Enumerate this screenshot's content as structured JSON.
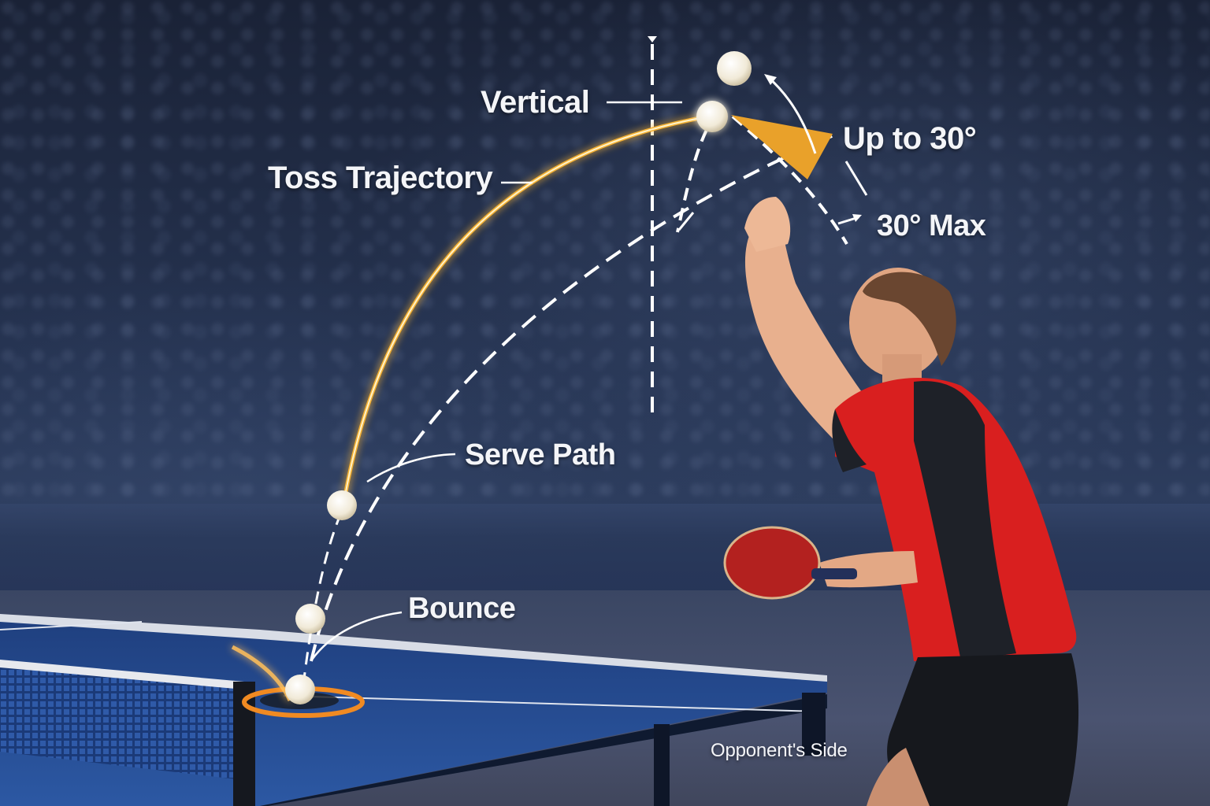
{
  "diagram": {
    "title": "Table tennis serve toss diagram",
    "labels": {
      "vertical": "Vertical",
      "toss_trajectory": "Toss Trajectory",
      "up_to_30": "Up to 30°",
      "max_30": "30° Max",
      "serve_path": "Serve Path",
      "bounce": "Bounce",
      "opponents_side": "Opponent's Side"
    },
    "max_toss_angle_deg": 30,
    "elements": {
      "balls": 5,
      "vertical_reference_line": "dashed white",
      "toss_trajectory_line": "glowing orange arc",
      "serve_path_line": "dashed white arc",
      "angle_wedge": "orange triangle"
    },
    "colors": {
      "background": "#1c2740",
      "label_text": "#f4f5f8",
      "toss_glow": "#f5b133",
      "angle_wedge": "#e9a12a",
      "table_blue": "#2a4f93",
      "jersey_red": "#d91f1f",
      "jersey_black": "#1e2128",
      "paddle_red": "#b3211f"
    }
  }
}
